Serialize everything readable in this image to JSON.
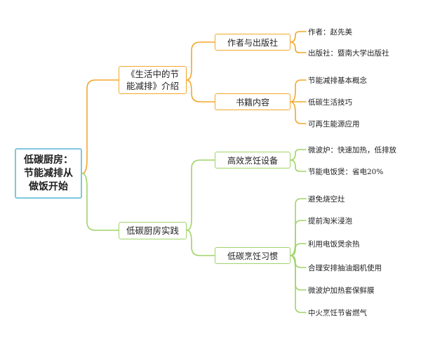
{
  "root": {
    "line1": "低碳厨房：",
    "line2": "节能减排从",
    "line3": "做饭开始"
  },
  "branches": {
    "intro": {
      "line1": "《生活中的节",
      "line2": "能减排》介绍",
      "children": {
        "author_pub": {
          "label": "作者与出版社",
          "leaves": [
            "作者：赵先美",
            "出版社：暨南大学出版社"
          ]
        },
        "content": {
          "label": "书籍内容",
          "leaves": [
            "节能减排基本概念",
            "低碳生活技巧",
            "可再生能源应用"
          ]
        }
      }
    },
    "practice": {
      "label": "低碳厨房实践",
      "children": {
        "equipment": {
          "label": "高效烹饪设备",
          "leaves": [
            "微波炉：快速加热，低排放",
            "节能电饭煲：省电20%"
          ]
        },
        "habits": {
          "label": "低碳烹饪习惯",
          "leaves": [
            "避免烧空灶",
            "提前淘米浸泡",
            "利用电饭煲余热",
            "合理安排抽油烟机使用",
            "微波炉加热套保鲜膜",
            "中火烹饪节省燃气"
          ]
        }
      }
    }
  },
  "colors": {
    "root_border": "#7fc7dd",
    "intro_branch": "#f2a72c",
    "practice_branch": "#9fd468"
  }
}
